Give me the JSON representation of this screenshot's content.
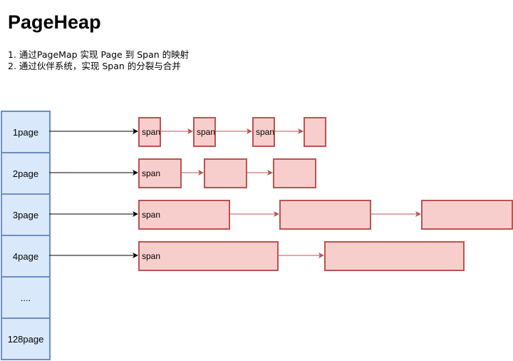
{
  "title": "PageHeap",
  "notes": [
    "1. 通过PageMap 实现 Page 到 Span 的映射",
    "2. 通过伙伴系统，实现 Span 的分裂与合并"
  ],
  "page_list": [
    "1page",
    "2page",
    "3page",
    "4page",
    "....",
    "128page"
  ],
  "span_label": "span",
  "colors": {
    "page_fill": "#dae8fc",
    "page_border": "#6c8ebf",
    "span_fill": "#f8cecc",
    "span_border": "#b85450",
    "pointer_arrow": "#000000",
    "link_arrow": "#b85450"
  }
}
